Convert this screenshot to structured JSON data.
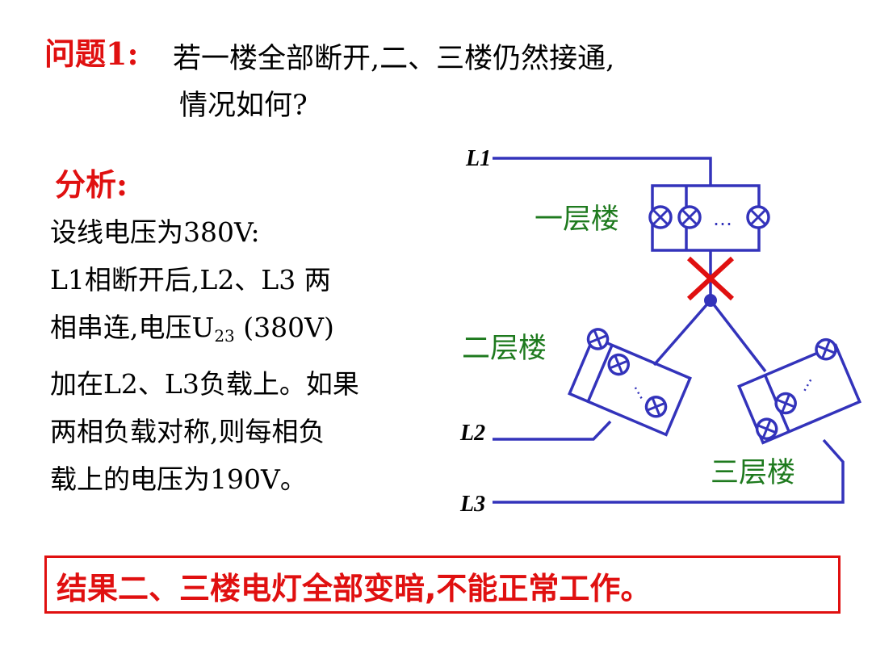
{
  "question": {
    "label": "问题1:",
    "line1": "若一楼全部断开,二、三楼仍然接通,",
    "line2": "情况如何?"
  },
  "analysis": {
    "label": "分析:",
    "line1": "设线电压为380V:",
    "line2": "L1相断开后,L2、L3 两",
    "line3_pre": "相串连,电压U",
    "line3_sub": "23",
    "line3_post": " (380V)",
    "line4": "加在L2、L3负载上。如果",
    "line5": "两相负载对称,则每相负",
    "line6": "载上的电压为190V。"
  },
  "diagram": {
    "phase_labels": [
      "L1",
      "L2",
      "L3"
    ],
    "floor_labels": [
      "一层楼",
      "二层楼",
      "三层楼"
    ],
    "ellipsis": "…",
    "colors": {
      "wire": "#3333bb",
      "break_mark": "#e01010",
      "floor_label": "#1e7a1e"
    }
  },
  "result": {
    "text": "结果二、三楼电灯全部变暗,不能正常工作。"
  }
}
